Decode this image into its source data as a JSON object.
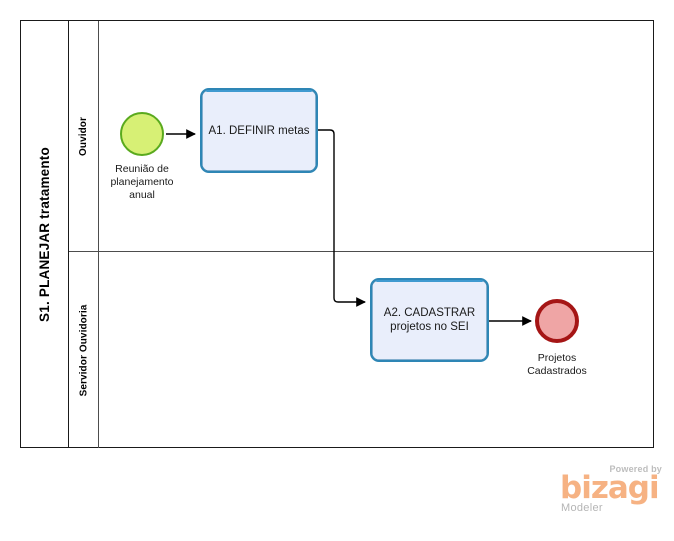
{
  "diagram": {
    "type": "bpmn-process",
    "pool": {
      "name": "S1. PLANEJAR tratamento",
      "lanes": [
        {
          "name": "Ouvidor"
        },
        {
          "name": "Servidor Ouvidoria"
        }
      ]
    },
    "events": [
      {
        "id": "start-event",
        "kind": "start-event",
        "label": "Reunião de\nplanejamento\nanual",
        "lane": "Ouvidor",
        "fill": "#d7f075",
        "stroke": "#5aaa1e"
      },
      {
        "id": "end-event",
        "kind": "end-event",
        "label": "Projetos\nCadastrados",
        "lane": "Servidor Ouvidoria",
        "fill": "#efa5a5",
        "stroke": "#a51515"
      }
    ],
    "tasks": [
      {
        "id": "task-a1",
        "label": "A1. DEFINIR metas",
        "lane": "Ouvidor",
        "fill": "#e9eefb",
        "stroke": "#2e86b5"
      },
      {
        "id": "task-a2",
        "label": "A2. CADASTRAR\nprojetos no SEI",
        "lane": "Servidor Ouvidoria",
        "fill": "#e9eefb",
        "stroke": "#2e86b5"
      }
    ],
    "flows": [
      {
        "id": "flow-start-to-a1",
        "from": "start-event",
        "to": "task-a1",
        "label": ""
      },
      {
        "id": "flow-a1-to-a2",
        "from": "task-a1",
        "to": "task-a2",
        "label": ""
      },
      {
        "id": "flow-a2-to-end",
        "from": "task-a2",
        "to": "end-event",
        "label": ""
      }
    ]
  },
  "branding": {
    "powered_by": "Powered by",
    "product": "bizagi",
    "edition": "Modeler",
    "accent": "#f6b283"
  }
}
